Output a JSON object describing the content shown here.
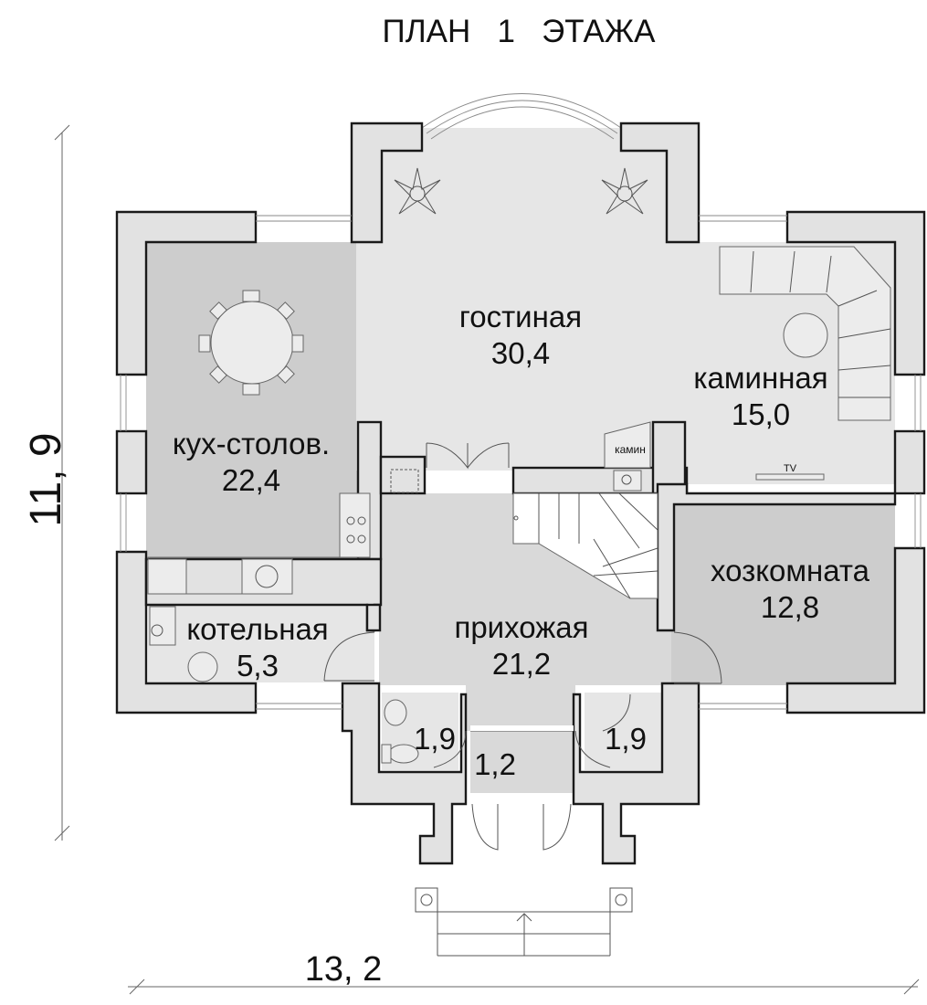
{
  "title": "ПЛАН   1   ЭТАЖА",
  "dimensions": {
    "width": "13, 2",
    "depth": "11, 9"
  },
  "rooms": {
    "living": {
      "name": "гостиная",
      "area": "30,4"
    },
    "fireplace_room": {
      "name": "каминная",
      "area": "15,0"
    },
    "kitchen": {
      "name": "кух-столов.",
      "area": "22,4"
    },
    "utility": {
      "name": "хозкомната",
      "area": "12,8"
    },
    "hall": {
      "name": "прихожая",
      "area": "21,2"
    },
    "boiler": {
      "name": "котельная",
      "area": "5,3"
    },
    "wc_left": {
      "area": "1,9"
    },
    "wc_right": {
      "area": "1,9"
    },
    "vestibule": {
      "area": "1,2"
    }
  },
  "annotations": {
    "fireplace": "камин",
    "tv": "TV"
  },
  "colors": {
    "wall_fill": "#e2e2e2",
    "line": "#1a1a1a",
    "floor_dark": "#cdcdcd",
    "floor_light": "#e6e6e6"
  }
}
